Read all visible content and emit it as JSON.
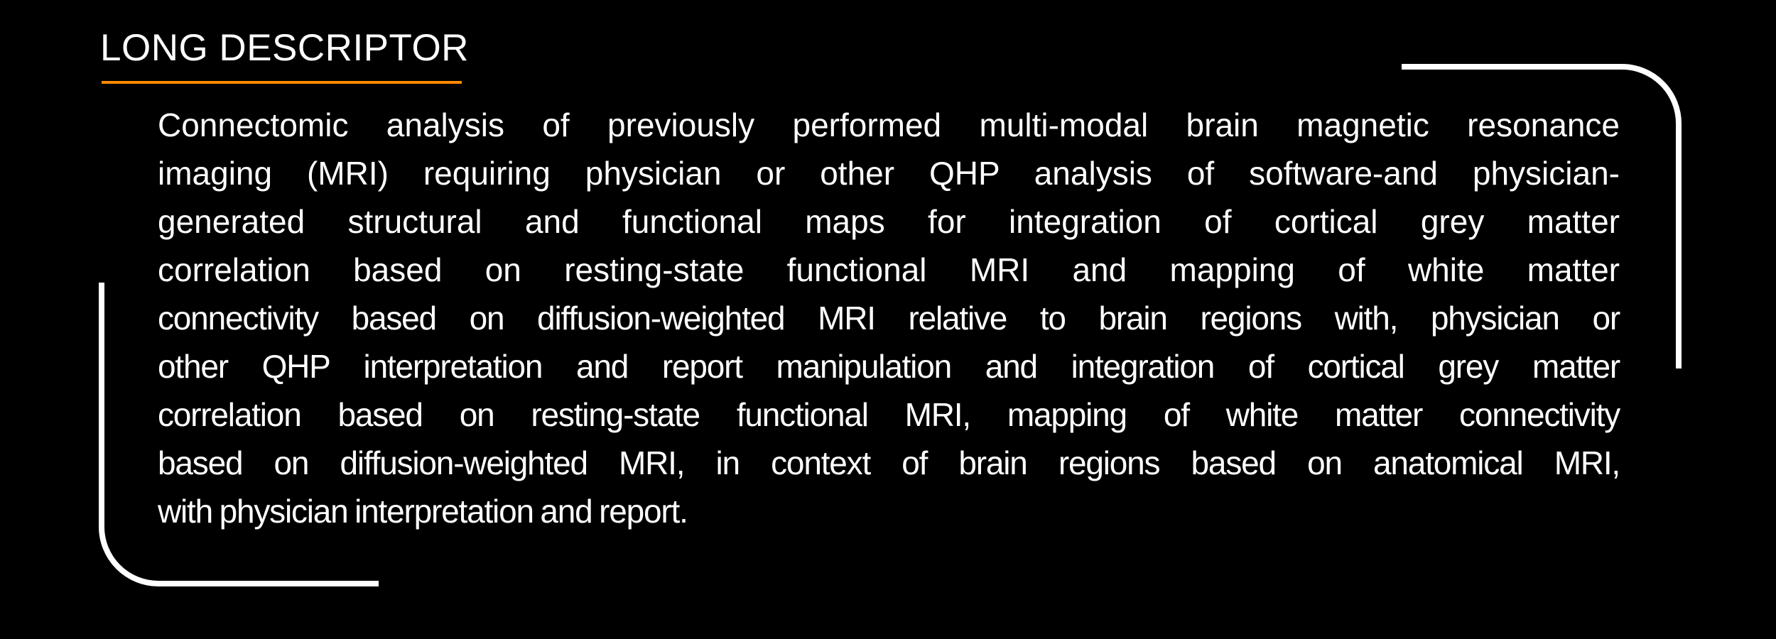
{
  "section": {
    "title": "LONG DESCRIPTOR",
    "accent_color": "#ff8a00",
    "text_color": "#ffffff",
    "background_color": "#000000"
  },
  "descriptor": {
    "full_text": "Connectomic analysis of previously performed multi-modal brain magnetic resonance imaging (MRI) requiring physician or other QHP analysis of software-and physician-generated structural and functional maps for integration of cortical grey matter correlation based on resting-state functional MRI and mapping of white matter connectivity based on diffusion-weighted MRI relative to brain regions with, physician or other QHP interpretation and report manipulation and integration of cortical grey matter correlation based on resting-state functional MRI, mapping of white matter connectivity based on diffusion-weighted MRI, in context of brain regions based on anatomical MRI, with physician interpretation and report.",
    "lines": [
      "Connectomic analysis of previously performed multi-modal brain magnetic resonance",
      "imaging (MRI) requiring physician or other QHP analysis of software-and physician-",
      "generated structural and functional maps for integration of cortical grey matter",
      "correlation based on resting-state functional MRI and mapping of white matter",
      "connectivity based on diffusion-weighted MRI relative to brain regions with, physician or",
      "other QHP interpretation and report manipulation and integration of cortical grey matter",
      "correlation based on resting-state functional MRI, mapping of white matter connectivity",
      "based on diffusion-weighted MRI, in context of brain regions based on anatomical MRI,",
      "with physician interpretation and report."
    ]
  },
  "decorations": {
    "top_right_bracket": "rounded-corner-bracket",
    "bottom_left_bracket": "rounded-corner-bracket"
  }
}
